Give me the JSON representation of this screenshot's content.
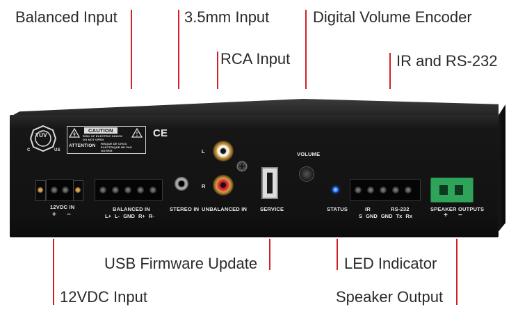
{
  "callouts": {
    "balanced_input": "Balanced Input",
    "mm35_input": "3.5mm Input",
    "digital_volume": "Digital Volume Encoder",
    "rca_input": "RCA Input",
    "ir_rs232": "IR and RS-232",
    "usb_firmware": "USB Firmware Update",
    "led_indicator": "LED Indicator",
    "vdc_input": "12VDC Input",
    "speaker_output": "Speaker Output"
  },
  "panel": {
    "tuv_text": "TÜV",
    "tuv_c": "C",
    "tuv_us": "US",
    "caution_title": "CAUTION",
    "caution_text": "RISK OF ELECTRIC SHOCK DO NOT OPEN",
    "attention_title": "ATTENTION",
    "attention_text": "RISQUE DE CHOC ELECTRIQUE NE PAS OUVRIR",
    "ce_mark": "CE",
    "vdc_label": "12VDC IN",
    "vdc_plus": "+",
    "vdc_minus": "−",
    "balanced_label": "BALANCED IN",
    "balanced_pins": "L+ L- GND R+ R-",
    "stereo_label": "STEREO IN",
    "rca_l": "L",
    "rca_r": "R",
    "unbalanced_label": "UNBALANCED IN",
    "service_label": "SERVICE",
    "volume_label": "VOLUME",
    "status_label": "STATUS",
    "ir_label": "IR",
    "rs232_label": "RS-232",
    "ir_rs232_pins": "S GND GND Tx Rx",
    "speaker_label": "SPEAKER OUTPUTS",
    "speaker_plus": "+",
    "speaker_minus": "−"
  },
  "colors": {
    "callout_line": "#d21f26",
    "status_led": "#1e6cff",
    "speaker_terminal": "#2fa35a"
  }
}
